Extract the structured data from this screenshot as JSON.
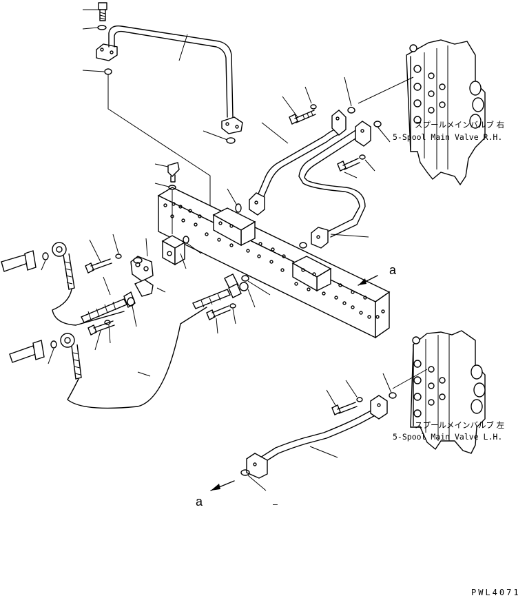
{
  "labels": {
    "rh_valve_jp": "スプールメインバルブ 右",
    "rh_valve_en": "5-Spool Main Valve R.H.",
    "lh_valve_jp": "スプールメインバルブ 左",
    "lh_valve_en": "5-Spool Main Valve L.H.",
    "ref_a_top": "a",
    "ref_a_bottom": "a",
    "dash_mark": "–",
    "drawing_code": "PWL4071"
  }
}
